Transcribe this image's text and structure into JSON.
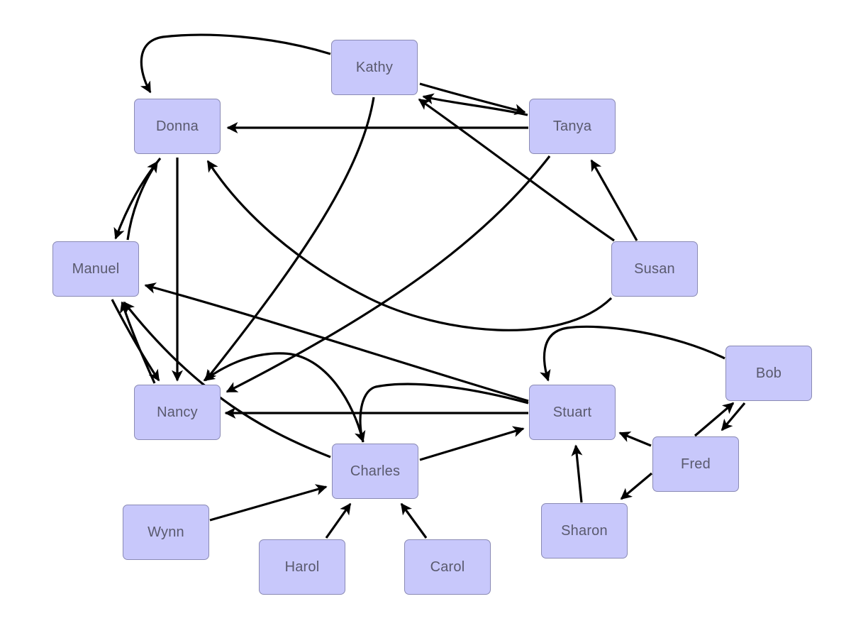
{
  "diagram": {
    "nodes": [
      {
        "id": "kathy",
        "label": "Kathy"
      },
      {
        "id": "donna",
        "label": "Donna"
      },
      {
        "id": "tanya",
        "label": "Tanya"
      },
      {
        "id": "manuel",
        "label": "Manuel"
      },
      {
        "id": "susan",
        "label": "Susan"
      },
      {
        "id": "bob",
        "label": "Bob"
      },
      {
        "id": "nancy",
        "label": "Nancy"
      },
      {
        "id": "stuart",
        "label": "Stuart"
      },
      {
        "id": "fred",
        "label": "Fred"
      },
      {
        "id": "charles",
        "label": "Charles"
      },
      {
        "id": "wynn",
        "label": "Wynn"
      },
      {
        "id": "sharon",
        "label": "Sharon"
      },
      {
        "id": "harol",
        "label": "Harol"
      },
      {
        "id": "carol",
        "label": "Carol"
      }
    ],
    "edges": [
      {
        "from": "kathy",
        "to": "donna"
      },
      {
        "from": "kathy",
        "to": "tanya"
      },
      {
        "from": "tanya",
        "to": "kathy"
      },
      {
        "from": "tanya",
        "to": "donna"
      },
      {
        "from": "kathy",
        "to": "nancy"
      },
      {
        "from": "tanya",
        "to": "nancy"
      },
      {
        "from": "susan",
        "to": "kathy"
      },
      {
        "from": "susan",
        "to": "tanya"
      },
      {
        "from": "susan",
        "to": "donna"
      },
      {
        "from": "donna",
        "to": "manuel"
      },
      {
        "from": "manuel",
        "to": "donna"
      },
      {
        "from": "donna",
        "to": "nancy"
      },
      {
        "from": "manuel",
        "to": "nancy"
      },
      {
        "from": "nancy",
        "to": "manuel"
      },
      {
        "from": "stuart",
        "to": "manuel"
      },
      {
        "from": "stuart",
        "to": "nancy"
      },
      {
        "from": "charles",
        "to": "nancy"
      },
      {
        "from": "stuart",
        "to": "charles"
      },
      {
        "from": "charles",
        "to": "stuart"
      },
      {
        "from": "charles",
        "to": "manuel"
      },
      {
        "from": "bob",
        "to": "stuart"
      },
      {
        "from": "bob",
        "to": "fred"
      },
      {
        "from": "fred",
        "to": "bob"
      },
      {
        "from": "fred",
        "to": "stuart"
      },
      {
        "from": "fred",
        "to": "sharon"
      },
      {
        "from": "sharon",
        "to": "stuart"
      },
      {
        "from": "wynn",
        "to": "charles"
      },
      {
        "from": "harol",
        "to": "charles"
      },
      {
        "from": "carol",
        "to": "charles"
      }
    ]
  }
}
